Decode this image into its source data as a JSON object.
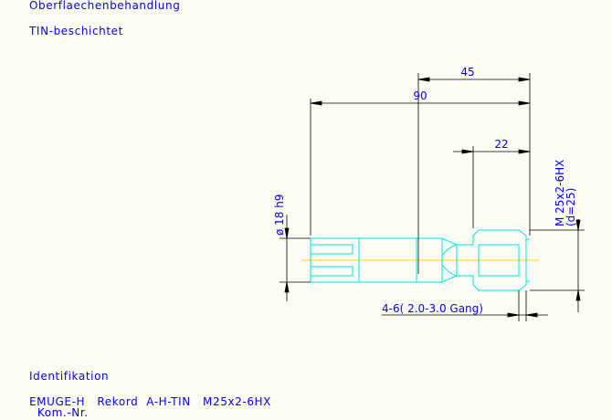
{
  "notes": {
    "surface_heading": "Oberflaechenbehandlung",
    "surface_value": "TIN-beschichtet",
    "ident_heading": "Identifikation",
    "ident_line1": "EMUGE-H   Rekord  A-H-TIN   M25x2-6HX",
    "ident_line2": "  Kom.-Nr."
  },
  "dimensions": {
    "overall_length": "90",
    "head_length": "45",
    "thread_length": "22",
    "shank_diameter": "ø 18 h9",
    "thread_spec_line1": "M  25x2-6HX",
    "thread_spec_line2": "(d=25)",
    "chamfer": "4-6( 2.0-3.0  Gang)"
  },
  "colors": {
    "background": "#fcfcf4",
    "annotation": "#0000ff",
    "geometry": "#00e5e5",
    "centerline": "#ffd400",
    "dimension_lines": "#000000"
  }
}
